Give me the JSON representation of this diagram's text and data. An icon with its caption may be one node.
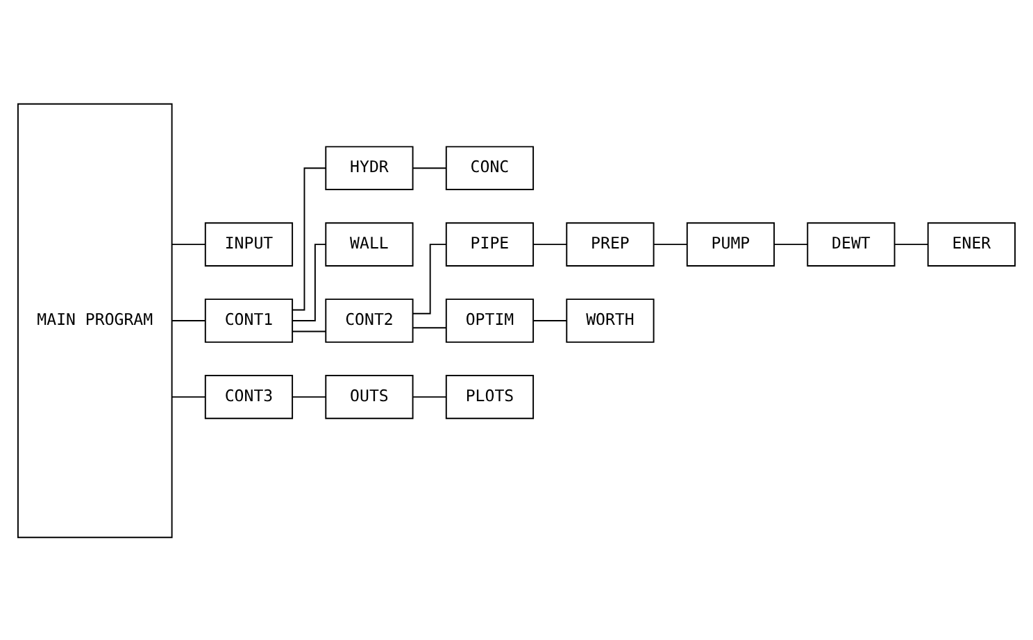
{
  "diagram": {
    "nodes": [
      {
        "text": [
          "MAIN PROGRAM"
        ]
      },
      {
        "text": [
          "INPUT"
        ]
      },
      {
        "text": [
          "CONT1"
        ]
      },
      {
        "text": [
          "HYDR"
        ]
      },
      {
        "text": [
          "CONC"
        ]
      },
      {
        "text": [
          "WALL"
        ]
      },
      {
        "text": [
          "CONT2"
        ]
      },
      {
        "text": [
          "PIPE"
        ]
      },
      {
        "text": [
          "PREP"
        ]
      },
      {
        "text": [
          "PUMP"
        ]
      },
      {
        "text": [
          "DEWT"
        ]
      },
      {
        "text": [
          "ENER"
        ]
      },
      {
        "text": [
          "OPTIM"
        ]
      },
      {
        "text": [
          "WORTH"
        ]
      },
      {
        "text": [
          "CONT3"
        ]
      },
      {
        "text": [
          "OUTS"
        ]
      },
      {
        "text": [
          "PLOTS"
        ]
      }
    ],
    "edges": [
      {
        "from": 0,
        "to": 1,
        "arrow": "none"
      },
      {
        "from": 0,
        "to": 2,
        "arrow": "none"
      },
      {
        "from": 0,
        "to": 14,
        "arrow": "none"
      },
      {
        "from": 2,
        "to": 3,
        "arrow": "none"
      },
      {
        "from": 2,
        "to": 5,
        "arrow": "none"
      },
      {
        "from": 3,
        "to": 4,
        "arrow": "none"
      },
      {
        "from": 2,
        "to": 6,
        "arrow": "none"
      },
      {
        "from": 6,
        "to": 7,
        "arrow": "none"
      },
      {
        "from": 7,
        "to": 8,
        "arrow": "none"
      },
      {
        "from": 8,
        "to": 9,
        "arrow": "none"
      },
      {
        "from": 9,
        "to": 10,
        "arrow": "none"
      },
      {
        "from": 10,
        "to": 11,
        "arrow": "none"
      },
      {
        "from": 6,
        "to": 12,
        "arrow": "none"
      },
      {
        "from": 12,
        "to": 13,
        "arrow": "none"
      },
      {
        "from": 14,
        "to": 15,
        "arrow": "none"
      },
      {
        "from": 15,
        "to": 16,
        "arrow": "none"
      }
    ]
  }
}
